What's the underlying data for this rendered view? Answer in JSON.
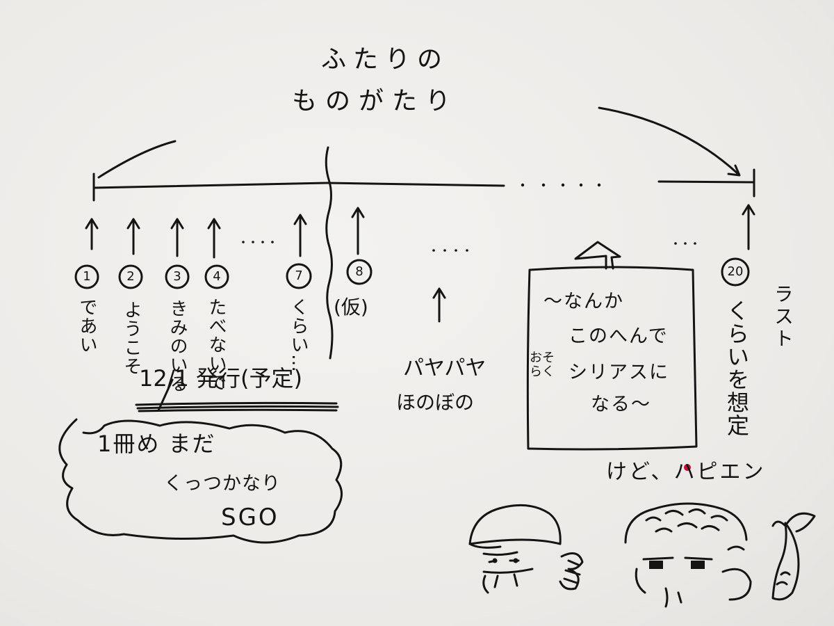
{
  "title": {
    "line1": "ふたりの",
    "line2": "ものがたり"
  },
  "timeline": {
    "ellipsis": "……"
  },
  "chapters": [
    {
      "number": "1",
      "label": "であい"
    },
    {
      "number": "2",
      "label": "ようこそ"
    },
    {
      "number": "3",
      "label": "きみのいる"
    },
    {
      "number": "4",
      "label": "たべないで"
    },
    {
      "number": "7",
      "label": "くらい…"
    },
    {
      "number": "8",
      "label": "(仮)"
    },
    {
      "number": "20",
      "label": "くらいを想定"
    }
  ],
  "last_label": "ラスト",
  "release_note": "12/1 発行(予定)",
  "middle": {
    "line1": "パヤパヤ",
    "line2": "ほのぼの"
  },
  "serious_box": {
    "line1": "～なんか",
    "line2": "このへんで",
    "line3": "シリアスに",
    "line4": "なる～",
    "aside": "おそらく"
  },
  "cloud": {
    "line1": "1冊め まだ",
    "line2": "くっつかなり",
    "line3": "SGO"
  },
  "footer_note": "けど、ハピエン",
  "colors": {
    "paper": "#efeeec",
    "ink": "#141414",
    "dot": "#c8102e"
  },
  "icons": [
    "character-cap-face-icon",
    "character-curly-hair-face-icon",
    "fish-icon"
  ]
}
